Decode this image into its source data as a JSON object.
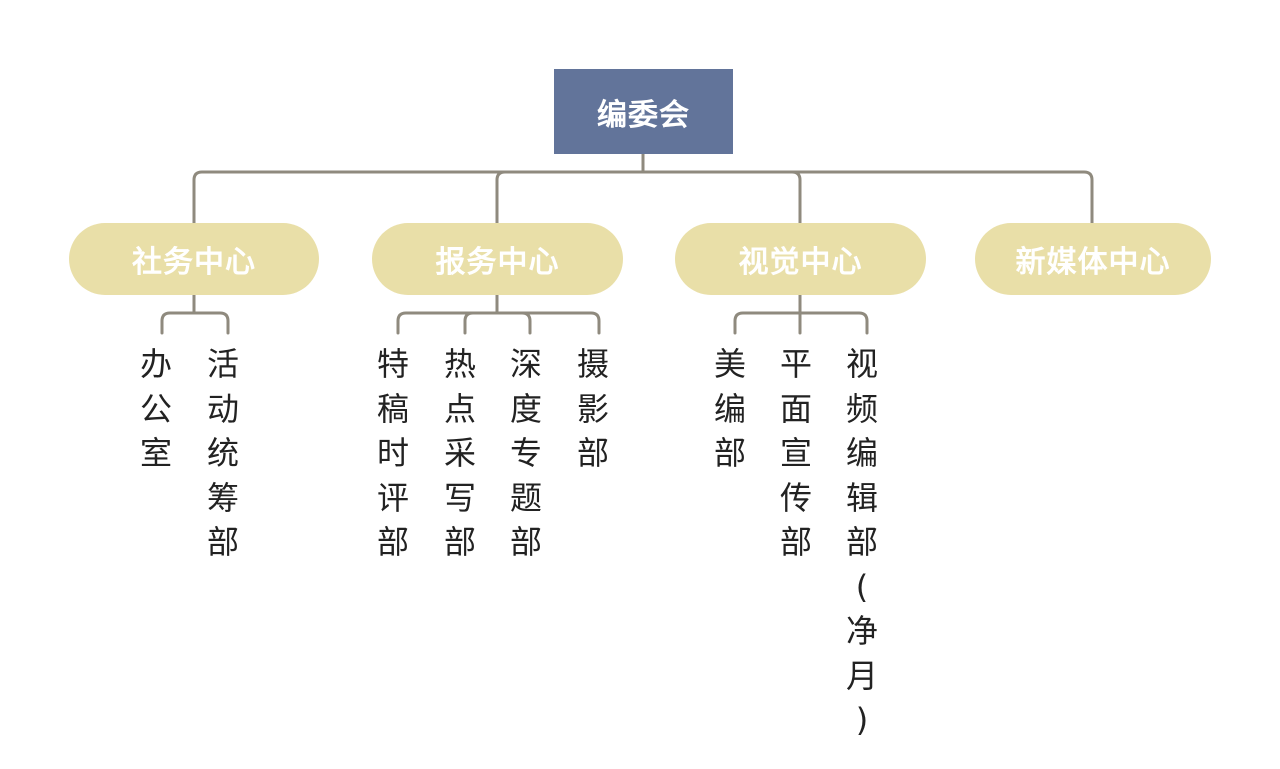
{
  "root": {
    "label": "编委会"
  },
  "centers": [
    {
      "label": "社务中心",
      "departments": [
        "办公室",
        "活动统筹部"
      ]
    },
    {
      "label": "报务中心",
      "departments": [
        "特稿时评部",
        "热点采写部",
        "深度专题部",
        "摄影部"
      ]
    },
    {
      "label": "视觉中心",
      "departments": [
        "美编部",
        "平面宣传部",
        "视频编辑部(净月)"
      ]
    },
    {
      "label": "新媒体中心",
      "departments": []
    }
  ],
  "colors": {
    "root_fill": "#62749a",
    "center_fill": "#e9dfa8",
    "connector": "#8f8a7e",
    "text_dark": "#222222",
    "text_light": "#ffffff"
  }
}
